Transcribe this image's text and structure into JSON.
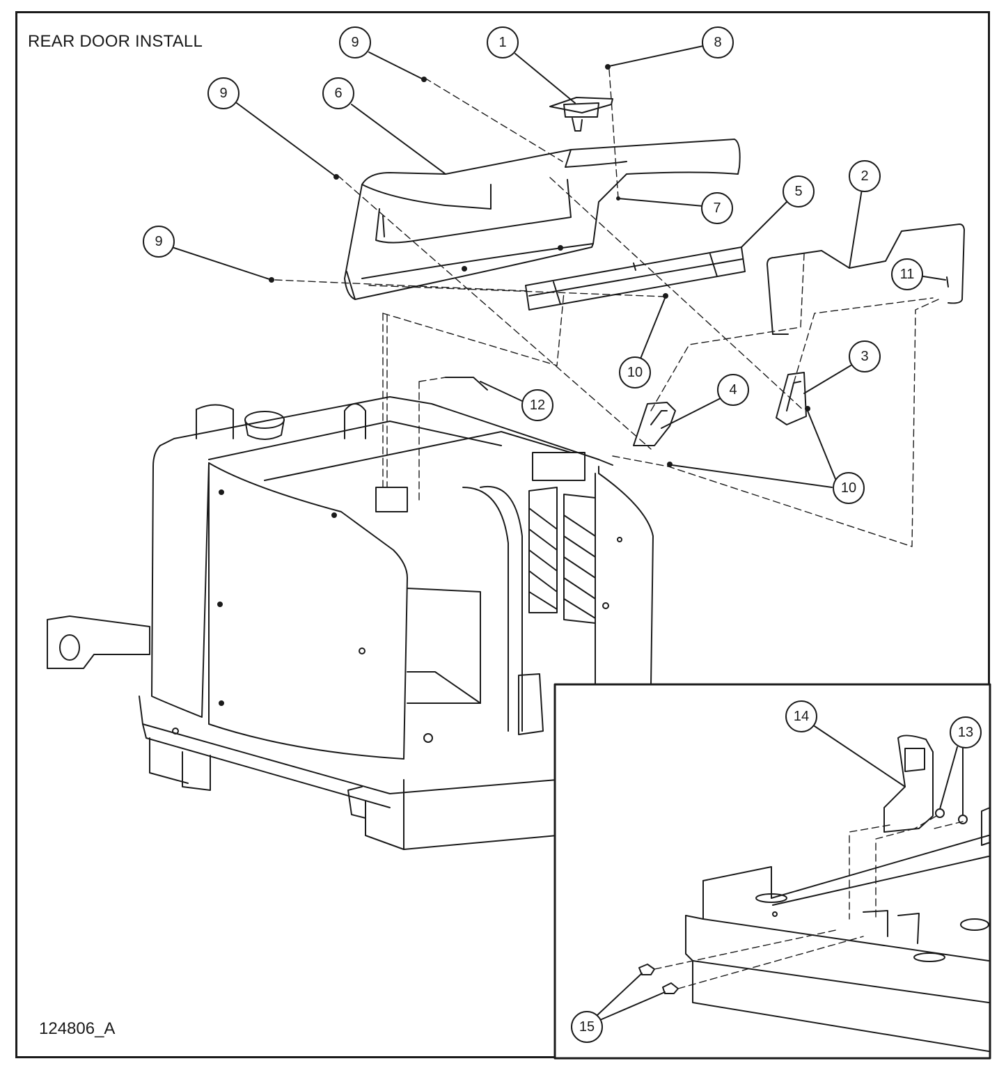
{
  "title": "REAR DOOR INSTALL",
  "drawing_number": "124806_A",
  "callouts": [
    {
      "label": "1"
    },
    {
      "label": "2"
    },
    {
      "label": "3"
    },
    {
      "label": "4"
    },
    {
      "label": "5"
    },
    {
      "label": "6"
    },
    {
      "label": "7"
    },
    {
      "label": "8"
    },
    {
      "label": "9"
    },
    {
      "label": "9"
    },
    {
      "label": "9"
    },
    {
      "label": "10"
    },
    {
      "label": "10"
    },
    {
      "label": "11"
    },
    {
      "label": "12"
    },
    {
      "label": "13"
    },
    {
      "label": "14"
    },
    {
      "label": "15"
    }
  ]
}
